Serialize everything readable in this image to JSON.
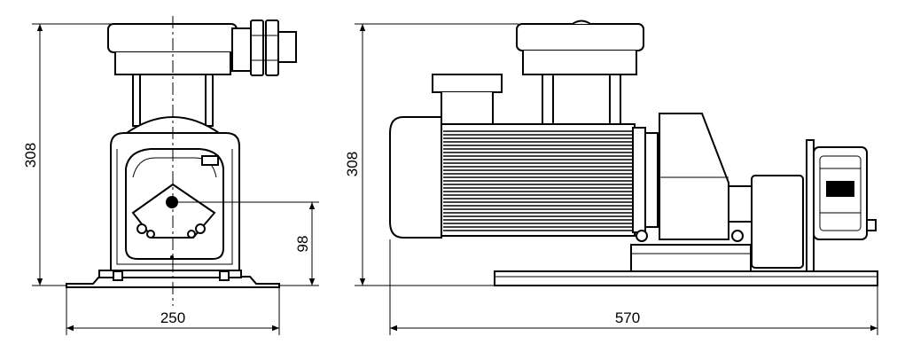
{
  "dimensions": {
    "front_height": "308",
    "front_width": "250",
    "front_shaft_height": "98",
    "side_height": "308",
    "side_length": "570"
  },
  "colors": {
    "line": "#000000",
    "background": "#ffffff"
  }
}
